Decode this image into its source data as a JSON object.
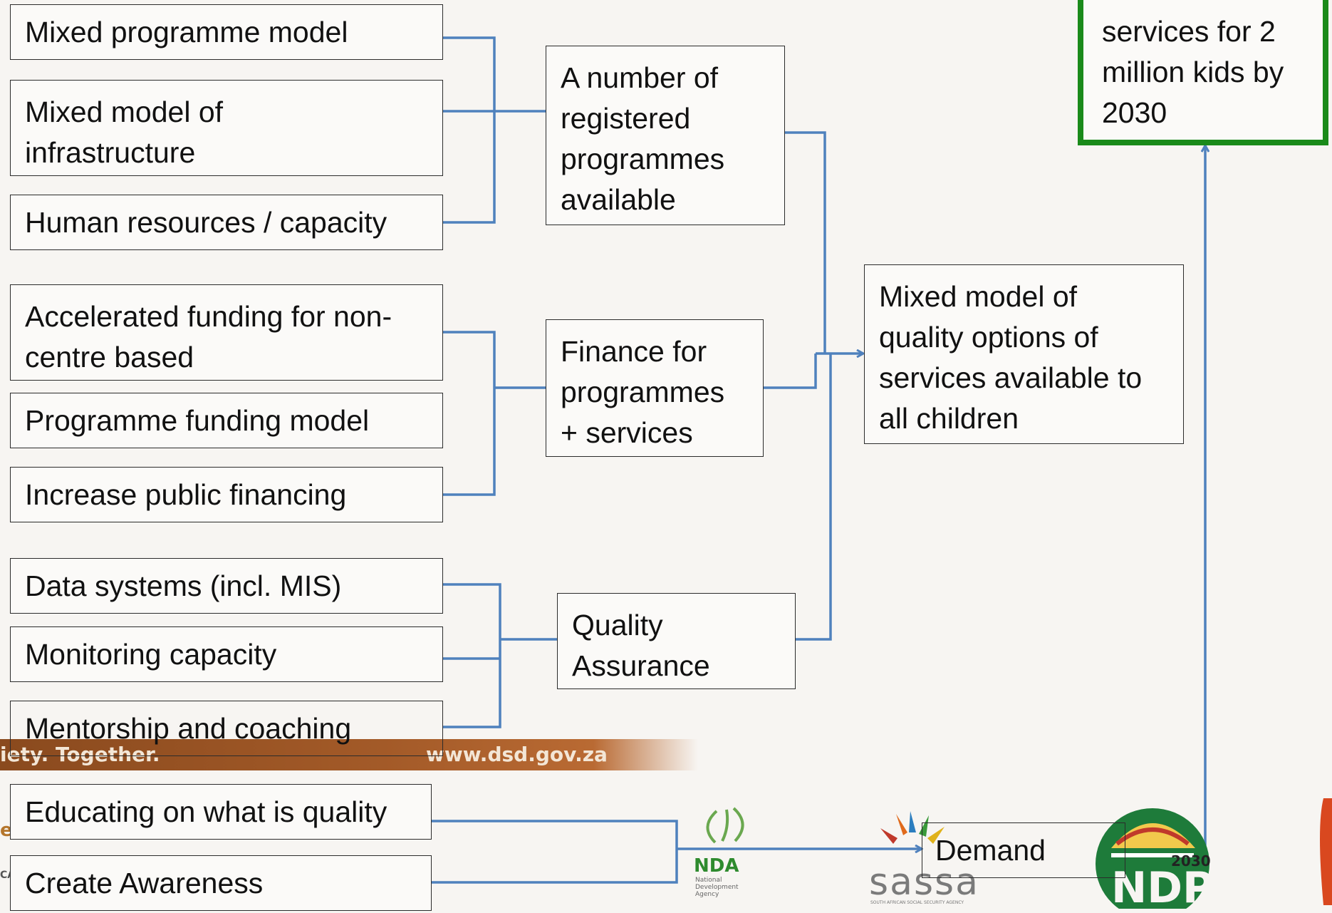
{
  "nodes": {
    "mixed_programme_model": "Mixed programme model",
    "mixed_model_infrastructure": "Mixed model of\ninfrastructure",
    "human_resources": "Human resources / capacity",
    "accelerated_funding": "Accelerated funding for non-\ncentre based",
    "programme_funding_model": "Programme funding model",
    "increase_public_financing": "Increase public financing",
    "data_systems": "Data systems (incl. MIS)",
    "monitoring_capacity": "Monitoring capacity",
    "mentorship": "Mentorship and coaching",
    "educating_quality": "Educating on what is quality",
    "create_awareness": "Create Awareness",
    "registered_programmes": "A number of\nregistered\nprogrammes\navailable",
    "finance_programmes": "Finance for\nprogrammes\n+ services",
    "quality_assurance": "Quality\nAssurance",
    "mixed_model_quality": "Mixed model of\nquality options of\nservices available to\nall children",
    "demand": "Demand",
    "goal": "services for 2\nmillion kids by\n2030"
  },
  "colors": {
    "connector": "#4f81bd",
    "box_border": "#2b2b2b",
    "goal_border": "#1a8a1a",
    "footer_band": "#a35a28"
  },
  "footer": {
    "slogan": "iety. Together.",
    "url": "www.dsd.gov.za",
    "left_fragment_1": "ent",
    "left_fragment_2": "CA"
  },
  "logos": {
    "nda": "NDA",
    "nda_sub": "National\nDevelopment\nAgency",
    "sassa": "sassa",
    "sassa_sub": "SOUTH AFRICAN SOCIAL SECURITY AGENCY",
    "ndp_year": "2030",
    "ndp": "NDP"
  }
}
